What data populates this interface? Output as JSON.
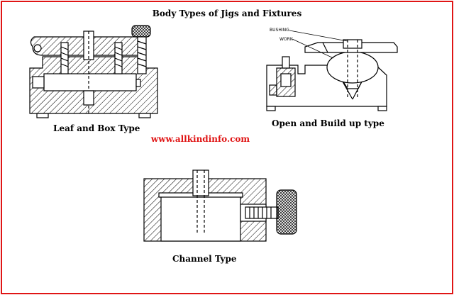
{
  "title": "Body Types of Jigs and Fixtures",
  "website": "www.allkindinfo.com",
  "captions": {
    "leaf_box": "Leaf and Box Type",
    "open_build": "Open and Build up type",
    "channel": "Channel Type"
  },
  "labels": {
    "bushing": "BUSHING",
    "work": "WORK"
  },
  "colors": {
    "border": "#e01515",
    "website": "#e01515",
    "line": "#000000"
  }
}
